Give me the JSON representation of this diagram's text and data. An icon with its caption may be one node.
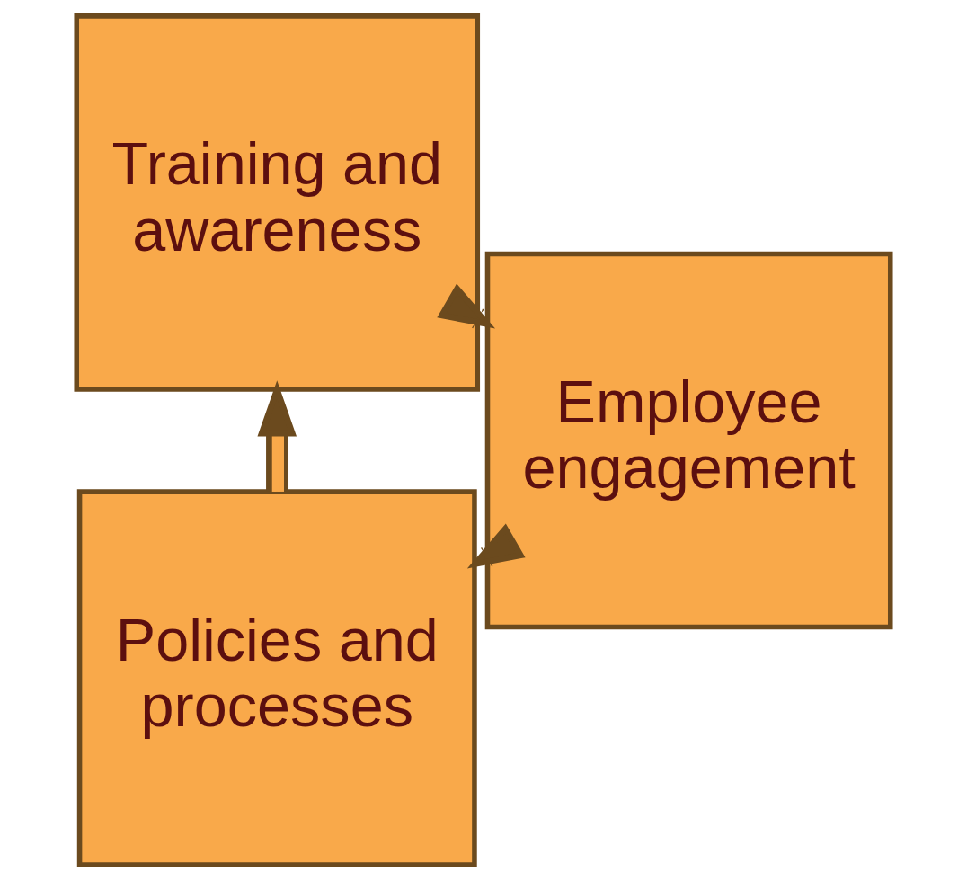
{
  "diagram": {
    "nodes": [
      {
        "text": [
          "Policies and processes"
        ]
      },
      {
        "text": [
          "Training and awareness"
        ]
      },
      {
        "text": [
          "Employee engagement"
        ]
      }
    ],
    "edges": [
      {
        "from": 0,
        "to": 1,
        "arrow": "to"
      },
      {
        "from": 1,
        "to": 2,
        "arrow": "to"
      },
      {
        "from": 2,
        "to": 0,
        "arrow": "to"
      }
    ]
  }
}
